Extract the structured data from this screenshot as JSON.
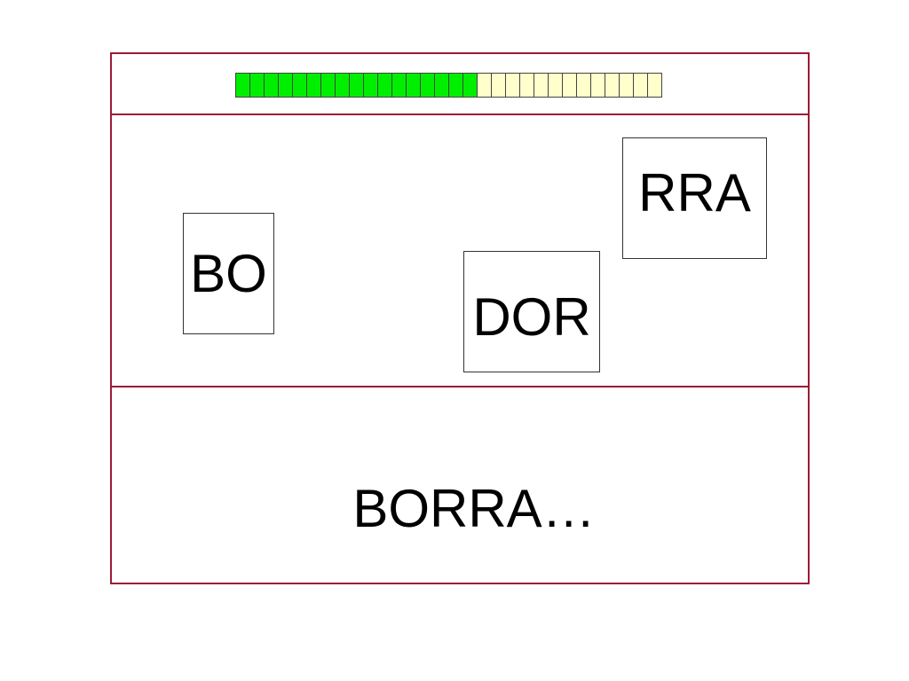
{
  "progress": {
    "total_cells": 30,
    "filled_cells": 17,
    "filled_color": "#00ee00",
    "empty_color": "#ffffcc"
  },
  "tiles": [
    {
      "id": "bo",
      "label": "BO"
    },
    {
      "id": "dor",
      "label": "DOR"
    },
    {
      "id": "rra",
      "label": "RRA"
    }
  ],
  "answer": {
    "text": "BORRA…"
  },
  "colors": {
    "frame": "#9b1b35"
  }
}
